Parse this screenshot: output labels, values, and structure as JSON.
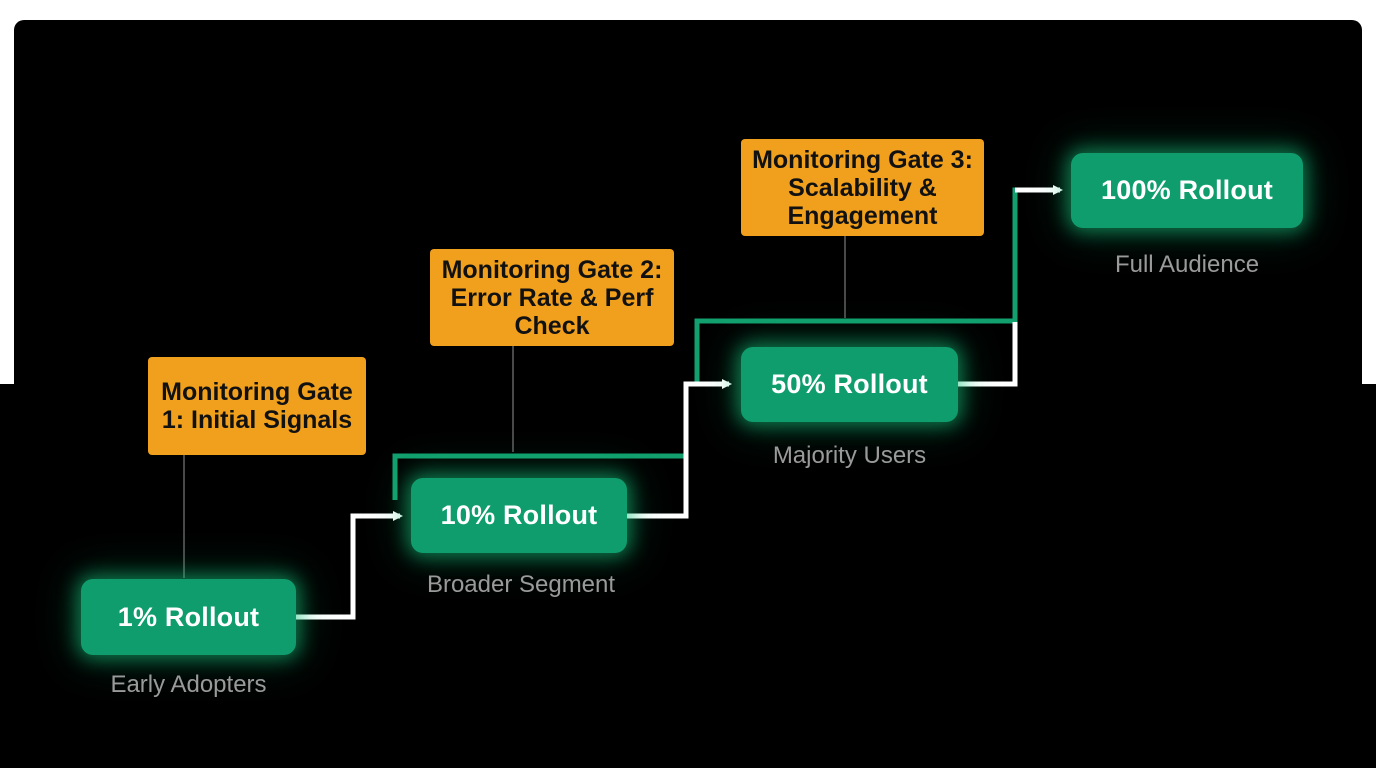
{
  "stages": [
    {
      "label": "1% Rollout",
      "sublabel": "Early Adopters"
    },
    {
      "label": "10% Rollout",
      "sublabel": "Broader Segment"
    },
    {
      "label": "50% Rollout",
      "sublabel": "Majority Users"
    },
    {
      "label": "100% Rollout",
      "sublabel": "Full Audience"
    }
  ],
  "gates": [
    {
      "label": "Monitoring Gate 1: Initial Signals"
    },
    {
      "label": "Monitoring Gate 2: Error Rate & Perf Check"
    },
    {
      "label": "Monitoring Gate 3: Scalability & Engagement"
    }
  ],
  "colors": {
    "stage": "#0f9d6e",
    "gate": "#f0a01c",
    "background": "#000000",
    "connector_white": "#ffffff",
    "connector_green": "#12a06f"
  }
}
